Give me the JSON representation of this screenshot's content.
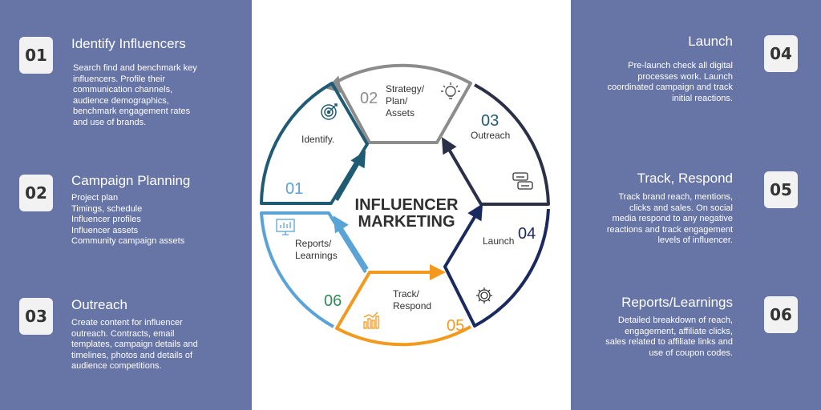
{
  "left_steps": [
    {
      "num": "01",
      "title": "Identify Influencers",
      "body": "Search find and benchmark key\ninfluencers. Profile their\ncommunication channels,\naudience demographics,\nbenchmark engagement rates\nand use of brands."
    },
    {
      "num": "02",
      "title": "Campaign Planning",
      "body": "Project plan\nTimings, schedule\nInfluencer profiles\nInfluencer assets\nCommunity campaign assets"
    },
    {
      "num": "03",
      "title": "Outreach",
      "body": "Create content for influencer\noutreach. Contracts, email\ntemplates, campaign details and\ntimelines, photos and details of\naudience competitions."
    }
  ],
  "right_steps": [
    {
      "num": "04",
      "title": "Launch",
      "body": "Pre-launch check all digital\nprocesses work. Launch\ncoordinated campaign and track\ninitial reactions."
    },
    {
      "num": "05",
      "title": "Track, Respond",
      "body": "Track brand reach, mentions,\nclicks and sales. On social\nmedia respond to any negative\nreactions and track engagement\nlevels of influencer."
    },
    {
      "num": "06",
      "title": "Reports/Learnings",
      "body": "Detailed breakdown of reach,\nengagement, affiliate clicks,\nsales related to affiliate links and\nuse of coupon codes."
    }
  ],
  "center": {
    "line1": "INFLUENCER",
    "line2": "MARKETING"
  },
  "cycle": [
    {
      "num": "01",
      "label": [
        "Identify."
      ],
      "color": "#1f5c74",
      "icon": "target-icon"
    },
    {
      "num": "02",
      "label": [
        "Strategy/",
        "Plan/",
        "Assets"
      ],
      "color": "#8c8c8c",
      "icon": "lightbulb-icon"
    },
    {
      "num": "03",
      "label": [
        "Outreach"
      ],
      "color": "#2b3047",
      "icon": "chat-bubbles-icon"
    },
    {
      "num": "04",
      "label": [
        "Launch"
      ],
      "color": "#1b2a5e",
      "icon": "gear-icon"
    },
    {
      "num": "05",
      "label": [
        "Track/",
        "Respond"
      ],
      "color": "#f39a1e",
      "icon": "bar-chart-icon"
    },
    {
      "num": "06",
      "label": [
        "Reports/",
        "Learnings"
      ],
      "color": "#5aa3d6",
      "icon": "presentation-icon"
    }
  ],
  "colors": {
    "panel": "#6674a6",
    "badge": "#f2f2f2",
    "num01": "#5aa3d6",
    "num02": "#8c8c8c",
    "num03": "#1f5c74",
    "num04": "#1b2a5e",
    "num05": "#f39a1e",
    "num06": "#2e8b57"
  }
}
